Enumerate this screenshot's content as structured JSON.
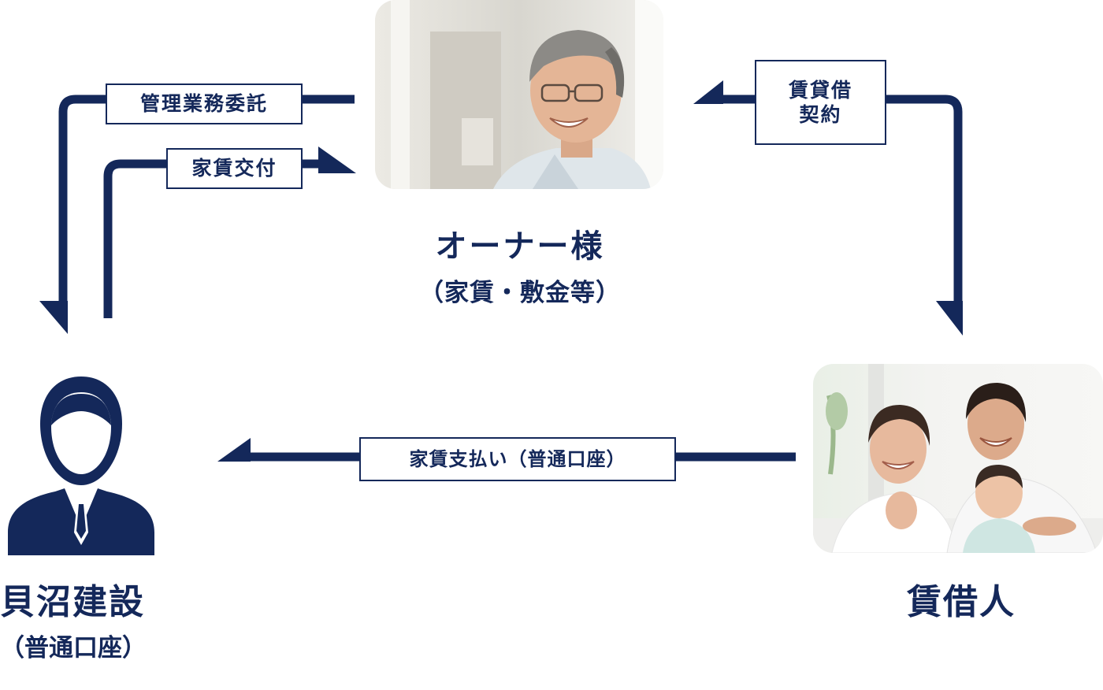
{
  "owner": {
    "title": "オーナー様",
    "subtitle": "（家賃・敷金等）"
  },
  "company": {
    "title": "貝沼建設",
    "subtitle": "（普通口座）"
  },
  "tenant": {
    "title": "賃借人"
  },
  "flows": {
    "management": "管理業務委託",
    "rent_delivery": "家賃交付",
    "lease_line1": "賃貸借",
    "lease_line2": "契約",
    "rent_payment": "家賃支払い（普通口座）"
  },
  "icons": {
    "company": "business-person-icon",
    "owner": "owner-photo",
    "tenant": "family-photo"
  },
  "colors": {
    "navy": "#14285a"
  }
}
